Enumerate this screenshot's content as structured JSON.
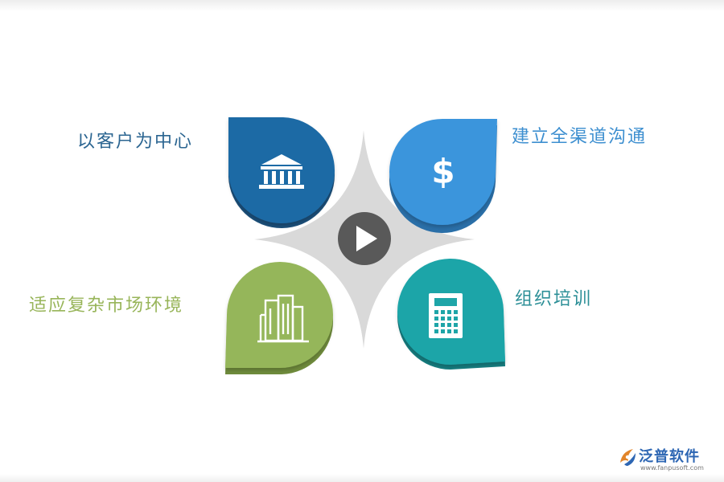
{
  "diagram": {
    "center_icon": "play-icon",
    "items": [
      {
        "position": "top-left",
        "label": "以客户为中心",
        "icon": "bank-building-icon",
        "color": "#1f6aa5"
      },
      {
        "position": "top-right",
        "label": "建立全渠道沟通",
        "icon": "dollar-icon",
        "color": "#3a95dc"
      },
      {
        "position": "bottom-left",
        "label": "适应复杂市场环境",
        "icon": "city-buildings-icon",
        "color": "#95b65a"
      },
      {
        "position": "bottom-right",
        "label": "组织培训",
        "icon": "calculator-icon",
        "color": "#1ea5a8"
      }
    ]
  },
  "logo": {
    "name": "泛普软件",
    "url": "www.fanpusoft.com",
    "color": "#2d66b3"
  }
}
